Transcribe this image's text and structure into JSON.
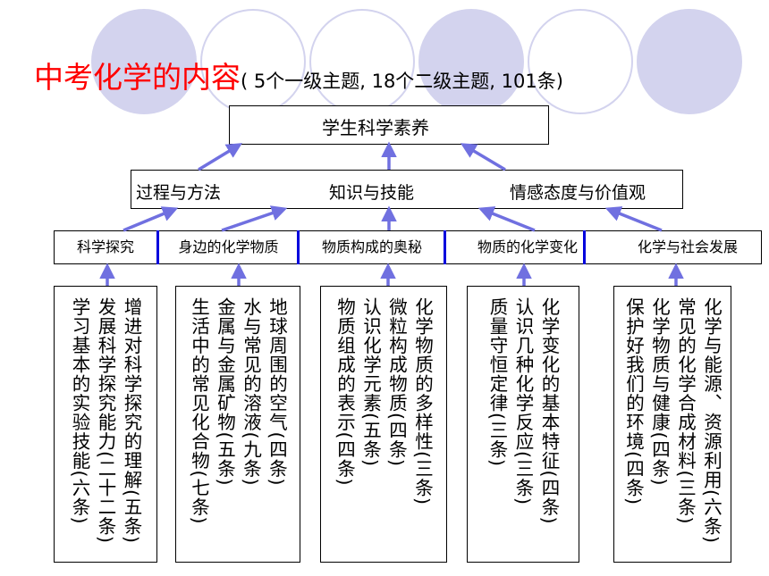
{
  "title": {
    "main": "中考化学的内容",
    "sub": "( 5个一级主题, 18个二级主题, 101条)"
  },
  "top_box": {
    "label": "学生科学素养"
  },
  "goals": [
    "过程与方法",
    "知识与技能",
    "情感态度与价值观"
  ],
  "themes": [
    "科学探究",
    "身边的化学物质",
    "物质构成的奥秘",
    "物质的化学变化",
    "化学与社会发展"
  ],
  "details": [
    {
      "lines": [
        "增进对科学探究的理解(五条)",
        "发展科学探究能力(二十二条)",
        "学习基本的实验技能(六条)"
      ]
    },
    {
      "lines": [
        "地球周围的空气(四条)",
        "水与常见的溶液(九条)",
        "金属与金属矿物(五条)",
        "生活中的常见化合物(七条)"
      ]
    },
    {
      "lines": [
        "化学物质的多样性(三条)",
        "微粒构成物质(四条)",
        "认识化学元素(五条)",
        "物质组成的表示(四条)"
      ]
    },
    {
      "lines": [
        "化学变化的基本特征(四条)",
        "认识几种化学反应(三条)",
        "质量守恒定律(三条)"
      ]
    },
    {
      "lines": [
        "化学与能源、资源利用(六条)",
        "常见的化学合成材料(三条)",
        "化学物质与健康(四条)",
        "保护好我们的环境(四条)"
      ]
    }
  ],
  "colors": {
    "title": "#ff0000",
    "arrow": "#7070e0",
    "divider": "#0000dd",
    "circle": "#d3d3ee"
  },
  "icons": [
    "arrow-up-icon"
  ]
}
